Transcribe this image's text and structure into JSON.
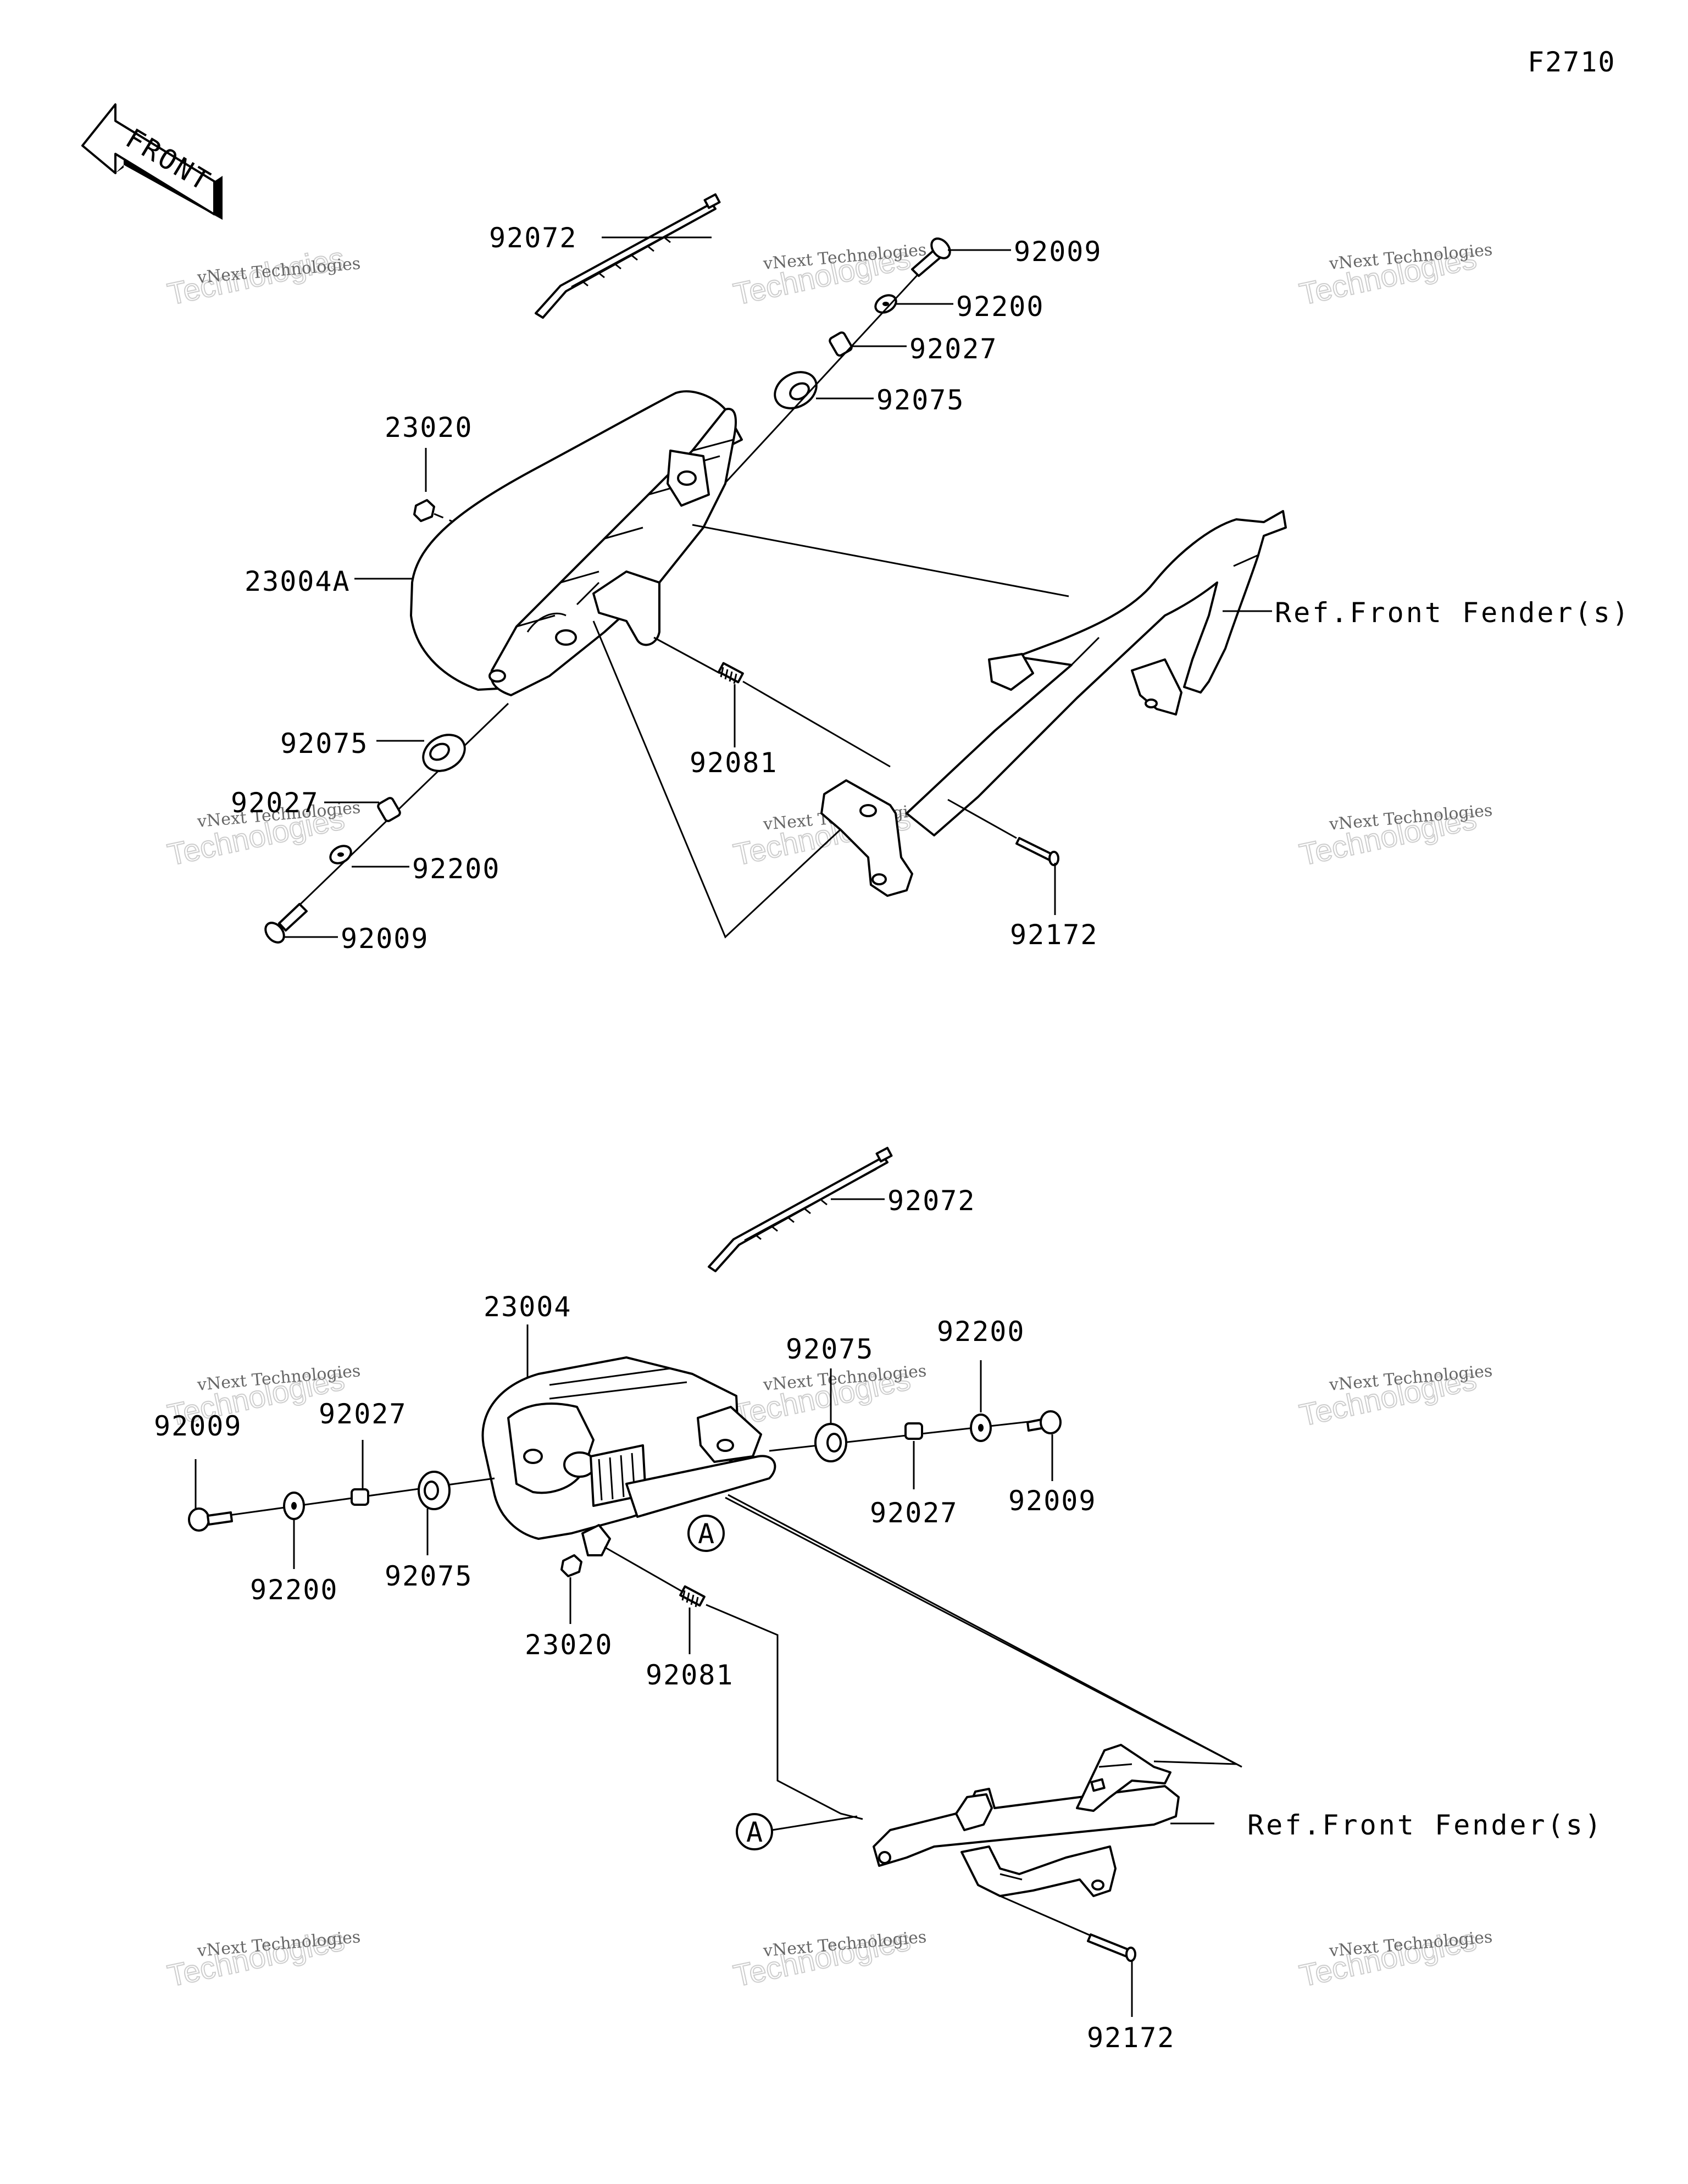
{
  "figure_code": "F2710",
  "front_arrow_text": "FRONT",
  "watermark": {
    "line1": "vNext Technologies",
    "line2": "Technologies",
    "brand": "vNext"
  },
  "ref_label": "Ref.Front Fender(s)",
  "callout_letter": "A",
  "labels": {
    "top": {
      "p92072": "92072",
      "p92009a": "92009",
      "p92200a": "92200",
      "p92027a": "92027",
      "p92075a": "92075",
      "p23020": "23020",
      "p23004A": "23004A",
      "p92075b": "92075",
      "p92081": "92081",
      "p92027b": "92027",
      "p92200b": "92200",
      "p92009b": "92009",
      "p92172": "92172"
    },
    "bottom": {
      "p92072": "92072",
      "p23004": "23004",
      "p92075a": "92075",
      "p92200a": "92200",
      "p92009a": "92009",
      "p92027a": "92027",
      "p92027b": "92027",
      "p92009b": "92009",
      "p92200b": "92200",
      "p92075b": "92075",
      "p23020": "23020",
      "p92081": "92081",
      "p92172": "92172"
    }
  }
}
